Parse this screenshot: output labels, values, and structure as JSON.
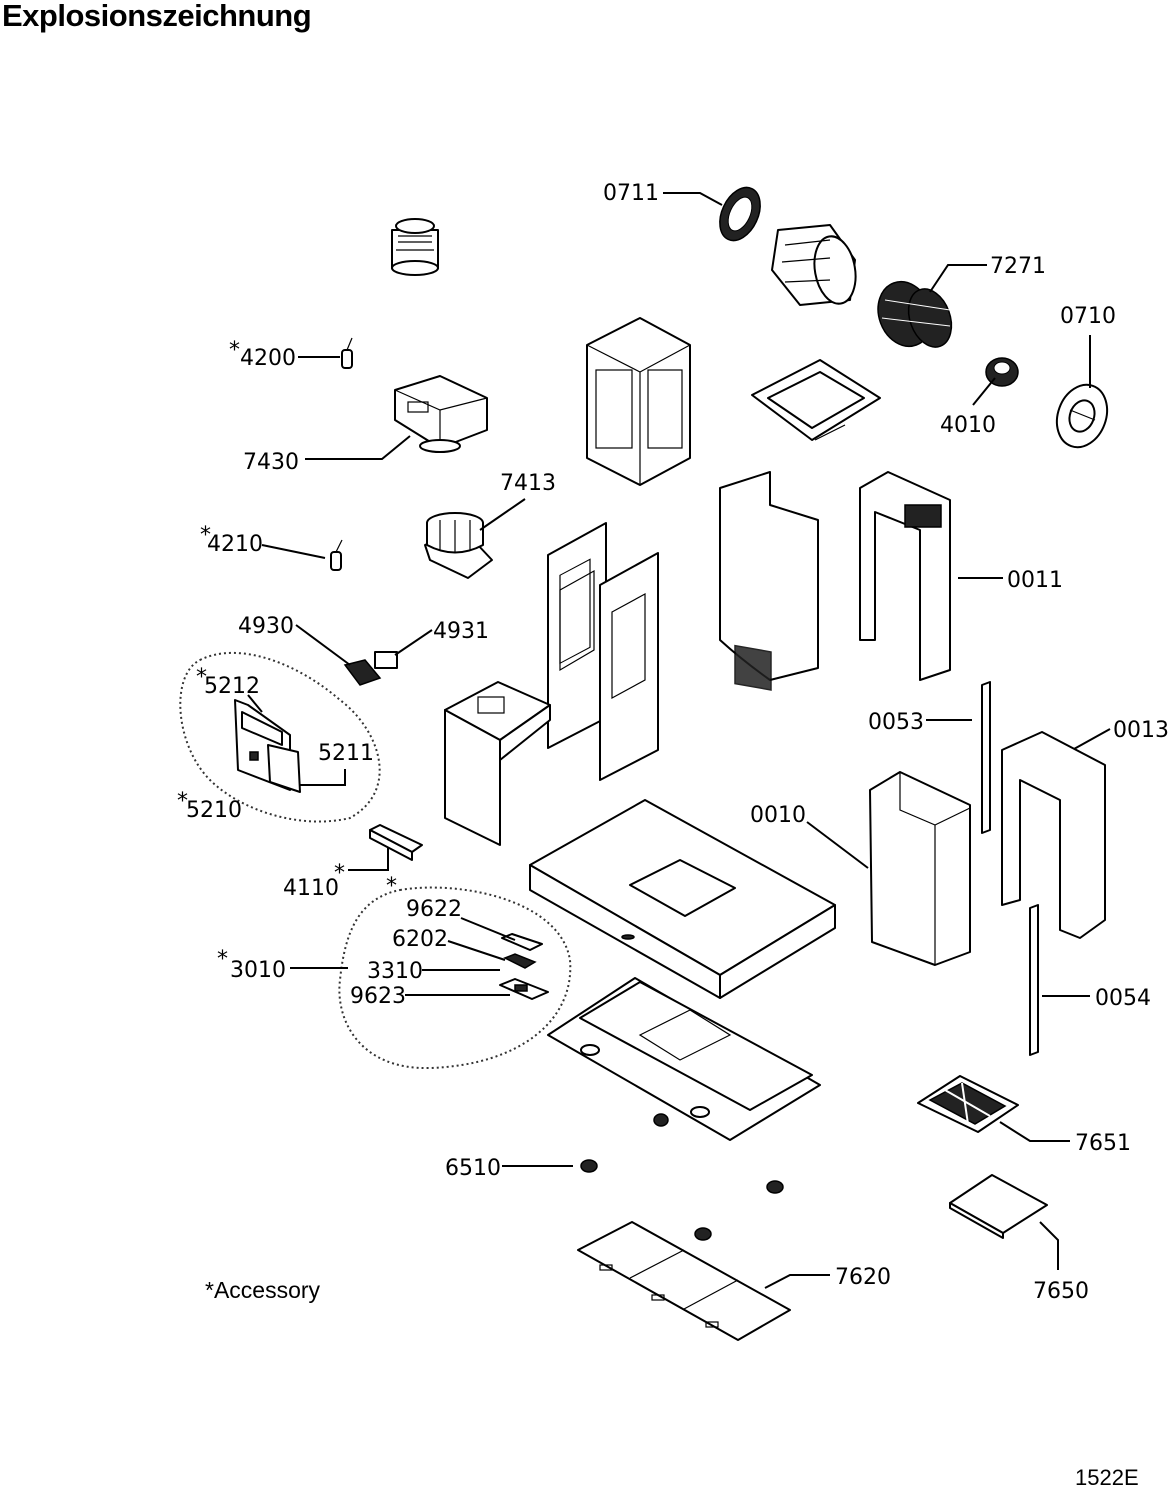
{
  "title": "Explosionszeichnung",
  "footnote": "*Accessory",
  "doc_id": "1522E",
  "accessory_mark": "*",
  "parts": {
    "p0711": "0711",
    "p7271": "7271",
    "p0710": "0710",
    "p4010": "4010",
    "p4200": "4200",
    "p7430": "7430",
    "p7413": "7413",
    "p4210": "4210",
    "p0011": "0011",
    "p4930": "4930",
    "p4931": "4931",
    "p5212": "5212",
    "p5211": "5211",
    "p5210": "5210",
    "p0053": "0053",
    "p0013": "0013",
    "p0010": "0010",
    "p4110": "4110",
    "p9622": "9622",
    "p6202": "6202",
    "p3010": "3010",
    "p3310": "3310",
    "p9623": "9623",
    "p0054": "0054",
    "p7651": "7651",
    "p6510": "6510",
    "p7620": "7620",
    "p7650": "7650"
  }
}
